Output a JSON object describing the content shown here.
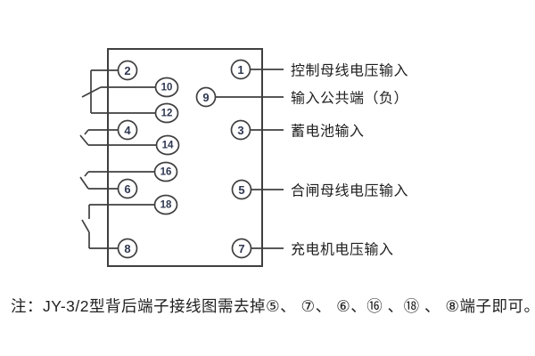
{
  "diagram": {
    "left_terminals": [
      {
        "number": "2"
      },
      {
        "number": "10"
      },
      {
        "number": "12"
      },
      {
        "number": "4"
      },
      {
        "number": "14"
      },
      {
        "number": "16"
      },
      {
        "number": "6"
      },
      {
        "number": "18"
      },
      {
        "number": "8"
      }
    ],
    "right_terminals": [
      {
        "number": "1",
        "label": "控制母线电压输入"
      },
      {
        "number": "9",
        "label": "输入公共端（负）"
      },
      {
        "number": "3",
        "label": "蓄电池输入"
      },
      {
        "number": "5",
        "label": "合闸母线电压输入"
      },
      {
        "number": "7",
        "label": "充电机电压输入"
      }
    ],
    "colors": {
      "wire": "#3f3f3f",
      "terminal_number": "#2e3750",
      "label_text": "#1f1f1f"
    }
  },
  "note": {
    "text": "注：JY-3/2型背后端子接线图需去掉⑤、 ⑦、 ⑥、⑯ 、⑱ 、 ⑧端子即可。"
  }
}
